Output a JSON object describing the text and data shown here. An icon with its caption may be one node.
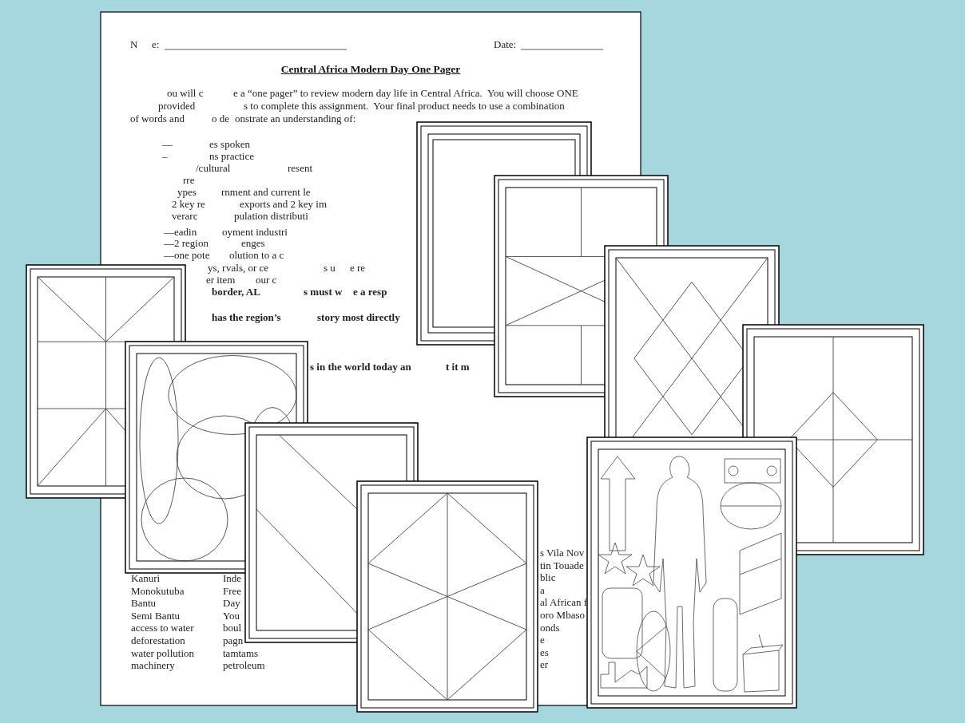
{
  "diagram": {
    "title": "Central Africa Modern Day One Pager",
    "labels": [
      "N",
      "e:",
      "Date:",
      "ou will c",
      "e a “one pager” to review modern day life in Central Africa.  You will choose ONE",
      "provided",
      "s to complete this assignment.  Your final product needs to use a combination",
      "of words and",
      "o de",
      "onstrate an understanding of:",
      "—",
      "es spoken",
      "–",
      "ns practice",
      "/cultural",
      "resent",
      "rre",
      "ypes",
      "rnment and current le",
      "2 key re",
      "exports and 2 key im",
      "verarc",
      "pulation distributi",
      "—",
      "eadin",
      "oyment industri",
      "—2 region",
      "enges",
      "—one pote",
      "olution to a c",
      "ys, r",
      "vals, or ce",
      "s u",
      "e re",
      "er item",
      "our c",
      "border, AL",
      "s must w",
      "e a resp",
      "has the region’s",
      "story most directly",
      "s in the world today an",
      "t it m",
      "Kanuri",
      "Monokutuba",
      "Bantu",
      "Semi Bantu",
      "access to water",
      "deforestation",
      "water pollution",
      "machinery",
      "Inde",
      "Free",
      "Day",
      "You",
      "boul",
      "pagn",
      "tamtams",
      "petroleum",
      "s Vila Nov",
      "tin Touade",
      "blic",
      "a",
      "al African f",
      "oro Mbaso",
      "onds",
      "e",
      "es",
      "er"
    ]
  }
}
